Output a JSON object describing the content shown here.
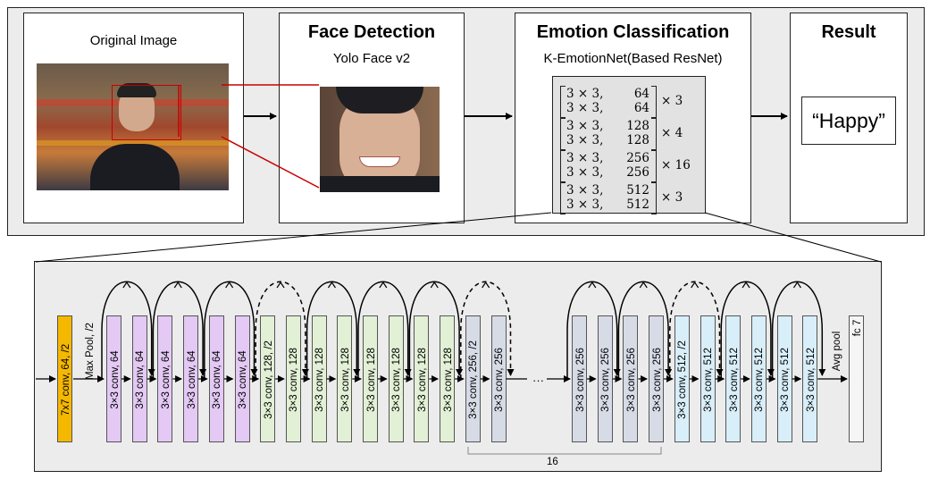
{
  "top_panel": {
    "original": {
      "title": "Original Image"
    },
    "face_detection": {
      "title": "Face Detection",
      "subtitle": "Yolo Face v2"
    },
    "emotion": {
      "title": "Emotion Classification",
      "subtitle": "K-EmotionNet(Based ResNet)",
      "matrix_rows": [
        {
          "a": "3 × 3,",
          "b": "64",
          "c": "3 × 3,",
          "d": "64",
          "mult": "× 3"
        },
        {
          "a": "3 × 3,",
          "b": "128",
          "c": "3 × 3,",
          "d": "128",
          "mult": "× 4"
        },
        {
          "a": "3 × 3,",
          "b": "256",
          "c": "3 × 3,",
          "d": "256",
          "mult": "× 16"
        },
        {
          "a": "3 × 3,",
          "b": "512",
          "c": "3 × 3,",
          "d": "512",
          "mult": "× 3"
        }
      ]
    },
    "result": {
      "title": "Result",
      "value": "“Happy”"
    }
  },
  "network": {
    "first_conv": "7x7 conv, 64, /2",
    "maxpool": "Max Pool, /2",
    "layers_a": [
      "3×3 conv, 64",
      "3×3 conv, 64",
      "3×3 conv, 64",
      "3×3 conv, 64",
      "3×3 conv, 64",
      "3×3 conv, 64",
      "3×3 conv, 128, /2",
      "3×3 conv, 128",
      "3×3 conv, 128",
      "3×3 conv, 128",
      "3×3 conv, 128",
      "3×3 conv, 128",
      "3×3 conv, 128",
      "3×3 conv, 128",
      "3×3 conv, 256, /2",
      "3×3 conv, 256"
    ],
    "ellipsis": "···",
    "layers_b": [
      "3×3 conv, 256",
      "3×3 conv, 256",
      "3×3 conv, 256",
      "3×3 conv, 256",
      "3×3 conv, 512, /2",
      "3×3 conv, 512",
      "3×3 conv, 512",
      "3×3 conv, 512",
      "3×3 conv, 512",
      "3×3 conv, 512"
    ],
    "avgpool": "Avg pool",
    "fc": "fc 7",
    "bracket_label": "16",
    "colors": {
      "orange": "#f5b800",
      "purple": "#e3c9f4",
      "green": "#e2f0d5",
      "gray_blue": "#d6dbe6",
      "light_blue": "#d8eef8",
      "fc": "#f5f5f5"
    }
  }
}
